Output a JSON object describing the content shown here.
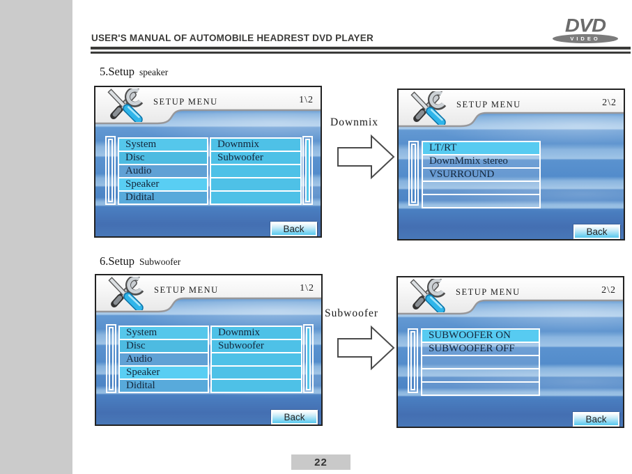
{
  "colors": {
    "highlight_cyan": "#55C8EE",
    "panel_blue": "#5590CE"
  },
  "page_header": {
    "title": "USER'S MANUAL OF AUTOMOBILE HEADREST DVD PLAYER"
  },
  "dvd_logo": {
    "dvd": "DVD",
    "video": "VIDEO"
  },
  "footer": {
    "page_number": "22"
  },
  "sections": [
    {
      "heading": "5.Setup",
      "heading_sub": "speaker",
      "arrow_label": "Downmix"
    },
    {
      "heading": "6.Setup",
      "heading_sub": "Subwoofer",
      "arrow_label": "Subwoofer"
    }
  ],
  "setup_menu": {
    "title": "SETUP MENU",
    "page_indicator": "1\\2",
    "back_label": "Back",
    "categories": [
      "System",
      "Disc",
      "Audio",
      "Speaker",
      "Didital"
    ],
    "options": [
      "Downmix",
      "Subwoofer",
      "",
      "",
      ""
    ]
  },
  "downmix_menu": {
    "title": "SETUP MENU",
    "page_indicator": "2\\2",
    "back_label": "Back",
    "options": [
      "LT/RT",
      "DownMmix stereo",
      "VSURROUND",
      "",
      ""
    ]
  },
  "subwoofer_menu": {
    "title": "SETUP MENU",
    "page_indicator": "2\\2",
    "back_label": "Back",
    "options": [
      "SUBWOOFER ON",
      "SUBWOOFER OFF",
      "",
      "",
      ""
    ]
  }
}
